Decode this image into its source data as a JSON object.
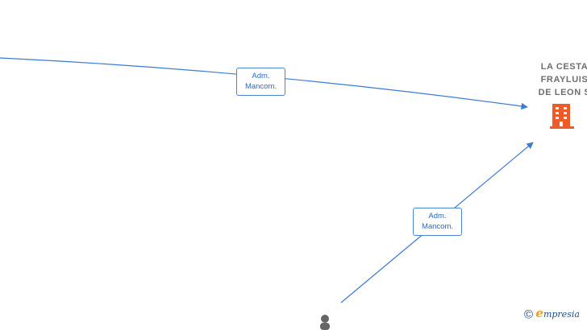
{
  "edges": [
    {
      "from": "off-screen-left",
      "to": "company",
      "label_line1": "Adm.",
      "label_line2": "Mancom."
    },
    {
      "from": "person",
      "to": "company",
      "label_line1": "Adm.",
      "label_line2": "Mancom."
    }
  ],
  "company": {
    "name_line1": "LA CESTA",
    "name_line2": "FRAYLUIS",
    "name_line3": "DE LEON  S",
    "icon": "building-icon",
    "icon_color": "#f05a28"
  },
  "person": {
    "icon": "person-icon",
    "color": "#666666"
  },
  "colors": {
    "edge": "#3a7bd5",
    "label_border": "#4a86d6",
    "label_text": "#2a6bc2"
  },
  "watermark": {
    "copyright_symbol": "©",
    "brand_initial": "e",
    "brand_rest": "mpresia"
  }
}
